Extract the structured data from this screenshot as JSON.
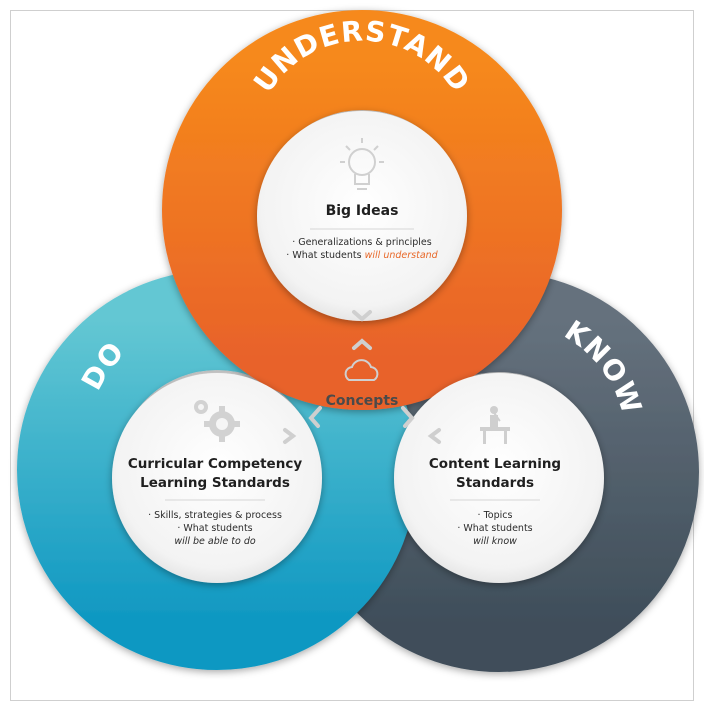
{
  "rings": {
    "understand": "UNDERSTAND",
    "do": "DO",
    "know": "KNOW"
  },
  "center": {
    "label": "Concepts"
  },
  "big_ideas": {
    "title": "Big Ideas",
    "line1": "· Generalizations & principles",
    "line2_prefix": "· What students ",
    "line2_emphasis": "will understand"
  },
  "curricular": {
    "title_line1": "Curricular Competency",
    "title_line2": "Learning Standards",
    "line1": "· Skills, strategies & process",
    "line2": "· What students",
    "line3_emphasis": "will be able to do"
  },
  "content": {
    "title_line1": "Content Learning",
    "title_line2": "Standards",
    "line1": "· Topics",
    "line2": "· What students",
    "line3_emphasis": "will know"
  },
  "colors": {
    "understand": "#f07c1a",
    "do": "#1fa3c0",
    "know": "#4a5965",
    "emph_orange": "#e8692a",
    "emph_blue": "#1b9cc3",
    "emph_navy": "#2f3a8f"
  },
  "icons": {
    "big_ideas": "lightbulb-icon",
    "curricular": "gears-icon",
    "content": "teacher-board-icon",
    "concepts": "cloud-icon"
  }
}
